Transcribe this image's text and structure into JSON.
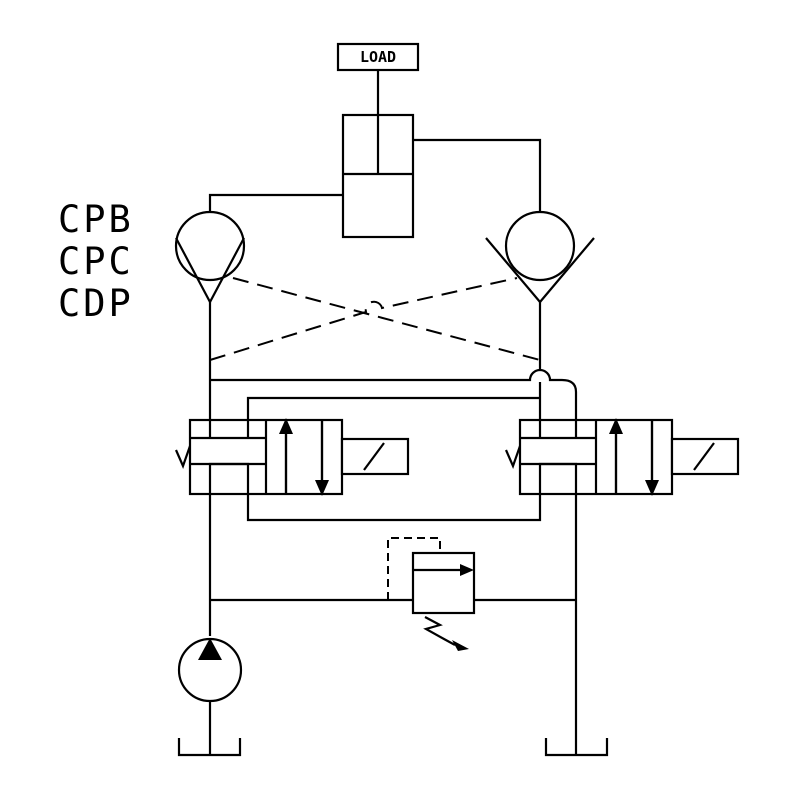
{
  "load_label": "LOAD",
  "labels": [
    "CPB",
    "CPC",
    "CDP"
  ]
}
